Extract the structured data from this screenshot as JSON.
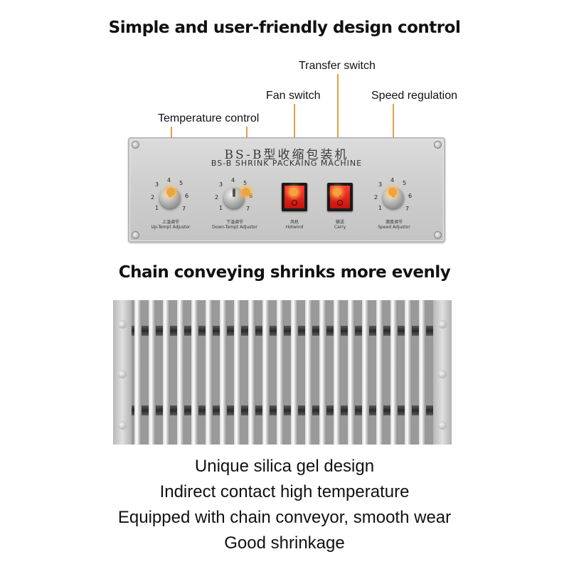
{
  "headings": {
    "top": "Simple and user-friendly design control",
    "middle": "Chain conveying shrinks more evenly"
  },
  "callouts": {
    "transfer": "Transfer switch",
    "fan": "Fan switch",
    "speed": "Speed regulation",
    "temperature": "Temperature control"
  },
  "panel": {
    "title_cn": "BS-B型收缩包装机",
    "title_en": "BS-B SHRINK PACKAING MACHINE",
    "knob_numbers": [
      "1",
      "2",
      "3",
      "4",
      "5",
      "6",
      "7"
    ],
    "controls": [
      {
        "cn": "上温调节",
        "en": "Up-Tempt Adjustor"
      },
      {
        "cn": "下温调节",
        "en": "Down-Tempt Adjustor"
      },
      {
        "cn": "风机",
        "en": "Hotwind"
      },
      {
        "cn": "输送",
        "en": "Carry"
      },
      {
        "cn": "速度调节",
        "en": "Speed Adjustor"
      }
    ]
  },
  "features": [
    "Unique silica gel design",
    "Indirect contact high temperature",
    "Equipped with chain conveyor, smooth wear",
    "Good shrinkage"
  ],
  "colors": {
    "accent_glow": "#f2a33a",
    "switch_red": "#e01e14",
    "panel_gray": "#d0d0d0"
  }
}
